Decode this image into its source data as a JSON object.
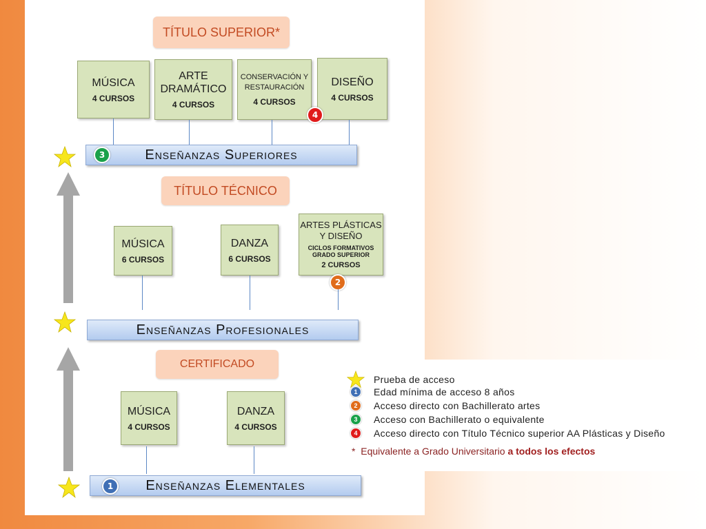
{
  "superior": {
    "title": "TÍTULO SUPERIOR*",
    "courses": [
      {
        "name": "MÚSICA",
        "courses": "4 CURSOS"
      },
      {
        "name": "ARTE DRAMÁTICO",
        "courses": "4 CURSOS"
      },
      {
        "name": "CONSERVACIÓN Y RESTAURACIÓN",
        "courses": "4 CURSOS"
      },
      {
        "name": "DISEÑO",
        "courses": "4 CURSOS"
      }
    ],
    "level": "Enseñanzas Superiores",
    "badge_level": "3",
    "badge_course": "4"
  },
  "tecnico": {
    "title": "TÍTULO  TÉCNICO",
    "courses": [
      {
        "name": "MÚSICA",
        "courses": "6 CURSOS"
      },
      {
        "name": "DANZA",
        "courses": "6 CURSOS"
      },
      {
        "name": "ARTES PLÁSTICAS Y DISEÑO",
        "subtitle": "CICLOS FORMATIVOS GRADO SUPERIOR",
        "courses": "2 CURSOS"
      }
    ],
    "level": "Enseñanzas Profesionales",
    "badge_course": "2"
  },
  "certificado": {
    "title": "CERTIFICADO",
    "courses": [
      {
        "name": "MÚSICA",
        "courses": "4 CURSOS"
      },
      {
        "name": "DANZA",
        "courses": "4 CURSOS"
      }
    ],
    "level": "Enseñanzas Elementales",
    "badge_level": "1"
  },
  "legend": {
    "items": [
      {
        "mark": "star",
        "text": "Prueba de acceso"
      },
      {
        "mark": "1",
        "text": "Edad mínima de acceso 8 años"
      },
      {
        "mark": "2",
        "text": "Acceso directo con Bachillerato artes"
      },
      {
        "mark": "3",
        "text": "Acceso con Bachillerato o equivalente"
      },
      {
        "mark": "4",
        "text": "Acceso directo con Título Técnico superior AA Plásticas y Diseño"
      }
    ],
    "note_star": "*",
    "note_text": "Equivalente a Grado Universitario",
    "note_bold": "a todos los efectos"
  },
  "colors": {
    "title_box": "#fbd3bb",
    "course_box": "#d8e4bc",
    "level_bar": "#b3cbef",
    "star": "#f7e61c",
    "badge_blue": "#3f6fb5",
    "badge_orange": "#e06c1b",
    "badge_green": "#1aa14a",
    "badge_red": "#e01b1b"
  }
}
